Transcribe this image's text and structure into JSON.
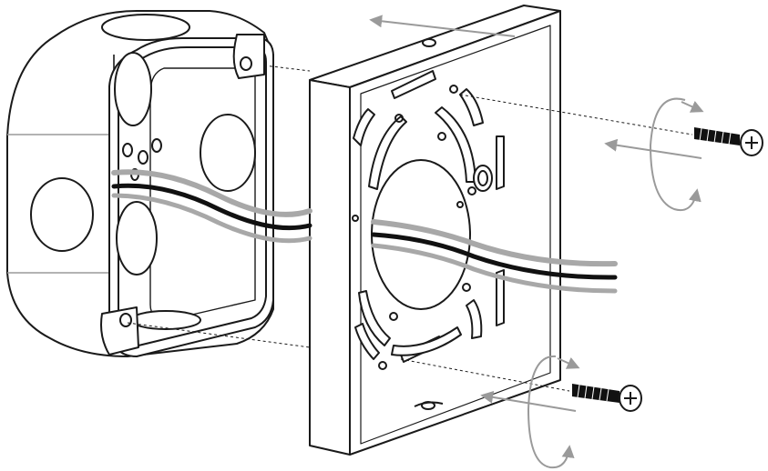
{
  "diagram": {
    "kind": "installation-illustration",
    "colors": {
      "line": "#1a1a1a",
      "arrow": "#9a9a9a",
      "cable_gray": "#a8a8a8",
      "cable_black": "#111111",
      "background": "#ffffff"
    },
    "parts": [
      {
        "id": "octagon-electrical-box",
        "icon": "junction-box-icon"
      },
      {
        "id": "mounting-plate-adapter",
        "icon": "mounting-plate-icon"
      },
      {
        "id": "cable-pair",
        "icon": "cable-icon"
      },
      {
        "id": "mounting-screw-top",
        "icon": "screw-icon"
      },
      {
        "id": "mounting-screw-bottom",
        "icon": "screw-icon"
      }
    ],
    "annotations": [
      {
        "id": "rotation-arrow-top",
        "icon": "rotate-clockwise-icon"
      },
      {
        "id": "rotation-arrow-bottom",
        "icon": "rotate-clockwise-icon"
      },
      {
        "id": "direction-arrow-plate",
        "icon": "arrow-left-icon"
      },
      {
        "id": "direction-arrow-screw-top",
        "icon": "arrow-left-icon"
      },
      {
        "id": "direction-arrow-screw-bottom",
        "icon": "arrow-left-icon"
      }
    ]
  }
}
